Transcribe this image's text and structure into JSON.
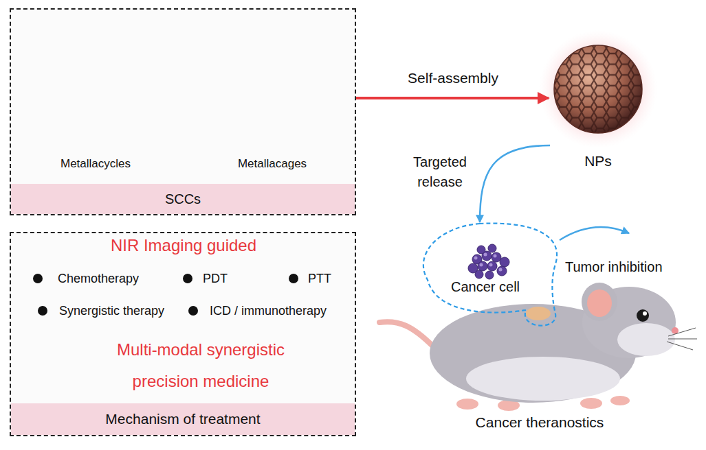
{
  "diagram": {
    "nodes": [
      {
        "text": [
          "Metallacycles",
          "Metallacages"
        ]
      },
      {
        "text": [
          "SCCs"
        ],
        "in": 0
      },
      {
        "text": [
          "NPs"
        ]
      },
      {
        "text": [
          "NIR Imaging guided",
          "Chemotherapy",
          "PDT",
          "PTT",
          "Synergistic therapy",
          "ICD / immunotherapy",
          "Multi-modal synergistic precision medicine"
        ]
      },
      {
        "text": [
          "Mechanism of treatment"
        ],
        "in": 3
      },
      {
        "text": [
          "Cancer cell"
        ]
      }
    ],
    "edges": [
      {
        "from": 0,
        "to": 2,
        "label": "Self-assembly",
        "arrow": "to"
      },
      {
        "from": 2,
        "to": 5,
        "label": "Targeted release",
        "arrow": "to"
      }
    ],
    "labels": [
      "Tumor inhibition",
      "Cancer theranostics"
    ]
  }
}
